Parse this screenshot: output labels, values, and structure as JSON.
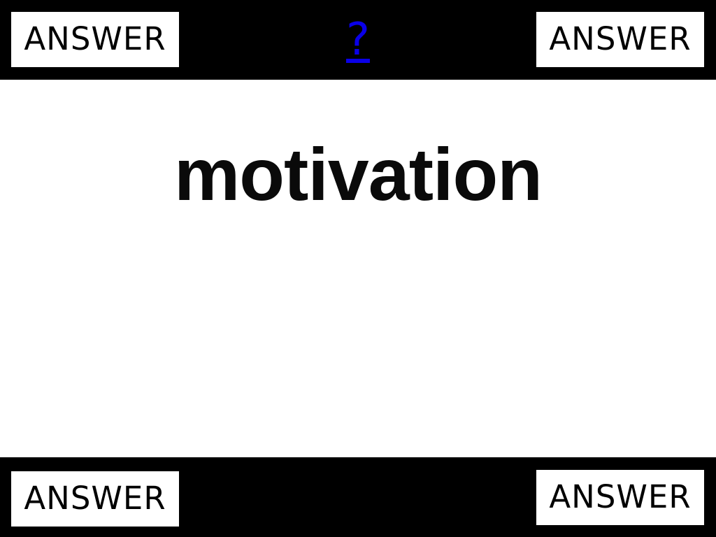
{
  "colors": {
    "bar_background": "#000000",
    "slide_background": "#ffffff",
    "link": "#0a00e8",
    "text": "#0a0a0a"
  },
  "top_bar": {
    "answer_left": "ANSWER",
    "help_link": "?",
    "answer_right": "ANSWER"
  },
  "main": {
    "word": "motivation"
  },
  "bottom_bar": {
    "answer_left": "ANSWER",
    "answer_right": "ANSWER"
  }
}
